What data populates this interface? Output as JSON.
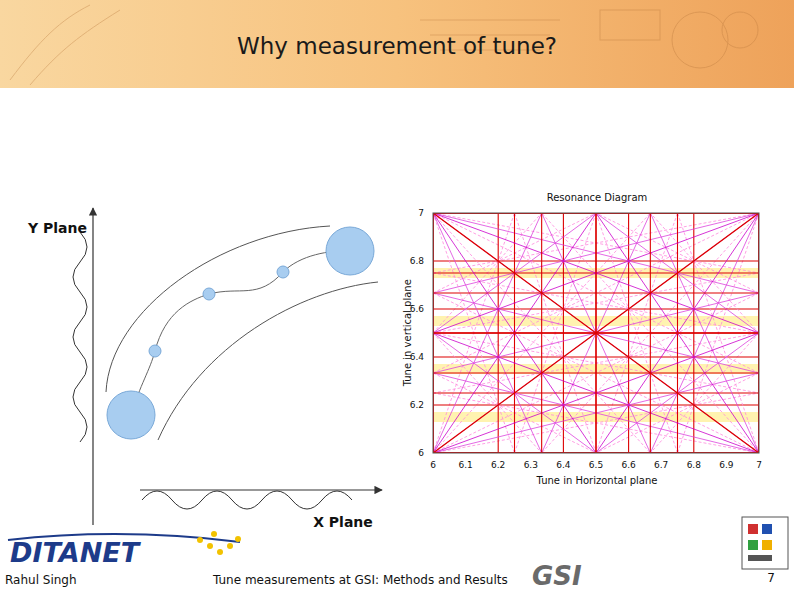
{
  "diagram": {
    "title": "Why measurement of tune?",
    "labels": [
      "Y Plane",
      "X Plane",
      "Resonance Diagram",
      "Tune in vertical plane",
      "7",
      "6.8",
      "6.6",
      "6.4",
      "6.2",
      "6",
      "6",
      "6.1",
      "6.2",
      "6.3",
      "6.4",
      "6.5",
      "6.6",
      "6.7",
      "6.8",
      "6.9",
      "7",
      "Tune in Horizontal plane",
      "DITANET",
      "Rahul Singh",
      "Tune measurements at GSI: Methods and Results",
      "GSI",
      "7"
    ]
  }
}
